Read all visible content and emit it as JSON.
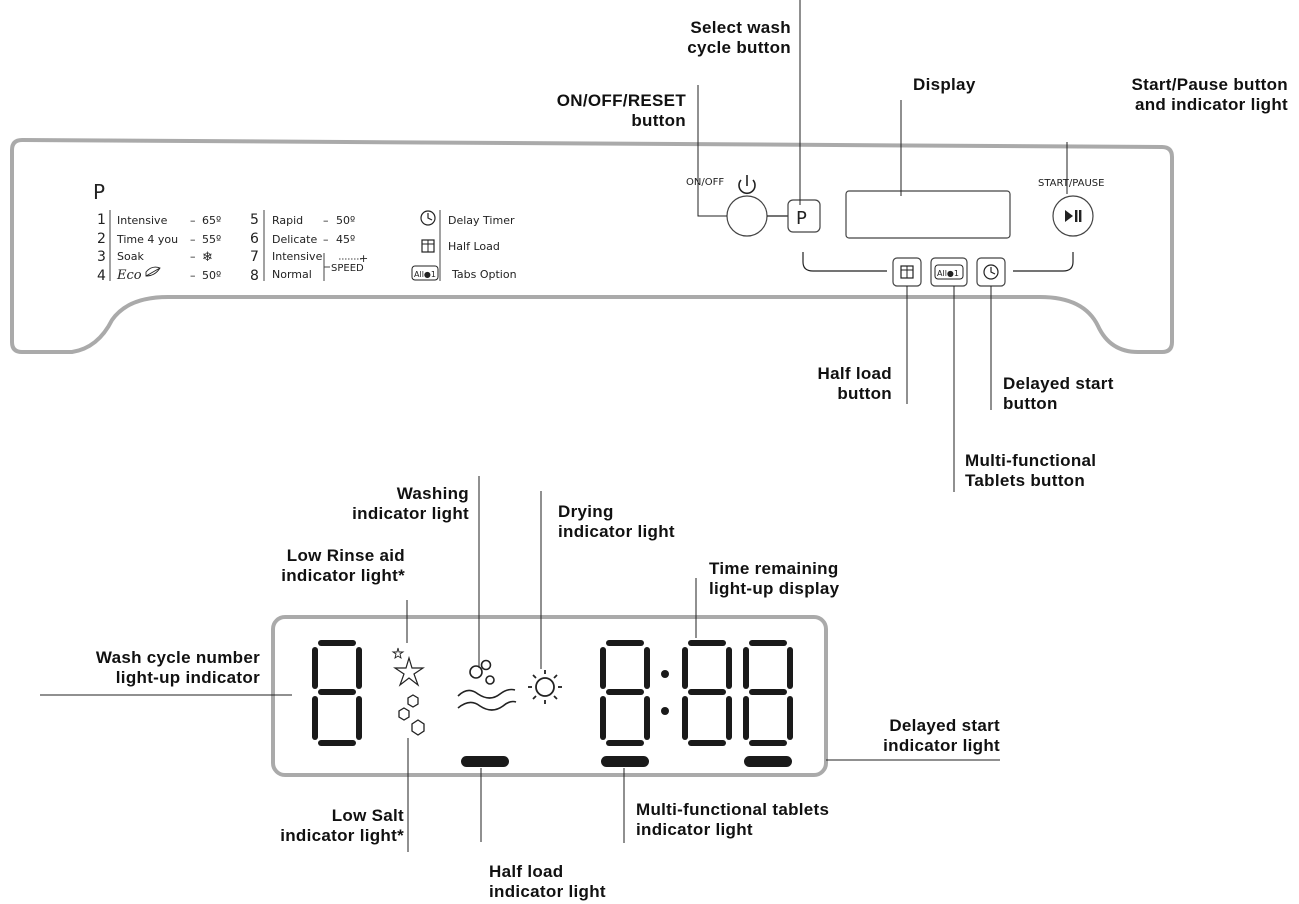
{
  "callouts": {
    "select_wash": [
      "Select wash",
      "cycle button"
    ],
    "on_off_reset": [
      "ON/OFF/RESET",
      "button"
    ],
    "display": [
      "Display"
    ],
    "start_pause": [
      "Start/Pause button",
      "and indicator light"
    ],
    "half_load_button": [
      "Half load",
      "button"
    ],
    "delayed_start_button": [
      "Delayed start",
      "button"
    ],
    "multi_tablets_button": [
      "Multi-functional",
      "Tablets button"
    ],
    "washing_light": [
      "Washing",
      "indicator light"
    ],
    "drying_light": [
      "Drying",
      "indicator light"
    ],
    "rinse_aid_light": [
      "Low Rinse aid",
      "indicator light*"
    ],
    "time_remaining": [
      "Time remaining",
      "light-up display"
    ],
    "wash_cycle_number": [
      "Wash cycle number",
      "light-up indicator"
    ],
    "delayed_start_light": [
      "Delayed start",
      "indicator light"
    ],
    "low_salt_light": [
      "Low Salt",
      "indicator light*"
    ],
    "multi_tablets_light": [
      "Multi-functional tablets",
      "indicator light"
    ],
    "half_load_light": [
      "Half load",
      "indicator light"
    ]
  },
  "panel": {
    "program_header": "P",
    "programs_left": [
      {
        "num": "1",
        "name": "Intensive",
        "temp": "65º"
      },
      {
        "num": "2",
        "name": "Time 4 you",
        "temp": "55º"
      },
      {
        "num": "3",
        "name": "Soak",
        "temp": "❄"
      },
      {
        "num": "4",
        "name": "Eco",
        "temp": "50º"
      }
    ],
    "programs_right": [
      {
        "num": "5",
        "name": "Rapid",
        "temp": "50º"
      },
      {
        "num": "6",
        "name": "Delicate",
        "temp": "45º"
      },
      {
        "num": "7",
        "name": "Intensive",
        "temp": ""
      },
      {
        "num": "8",
        "name": "Normal",
        "temp": ""
      }
    ],
    "speed_label": "SPEED",
    "options": [
      {
        "icon": "clock-icon",
        "label": "Delay Timer"
      },
      {
        "icon": "half-load-icon",
        "label": "Half Load"
      },
      {
        "icon": "tabs-icon",
        "label": "Tabs Option"
      }
    ],
    "on_off_label": "ON/OFF",
    "start_pause_label": "START/PAUSE",
    "p_button": "P",
    "tabs_button_text": "All●1"
  }
}
